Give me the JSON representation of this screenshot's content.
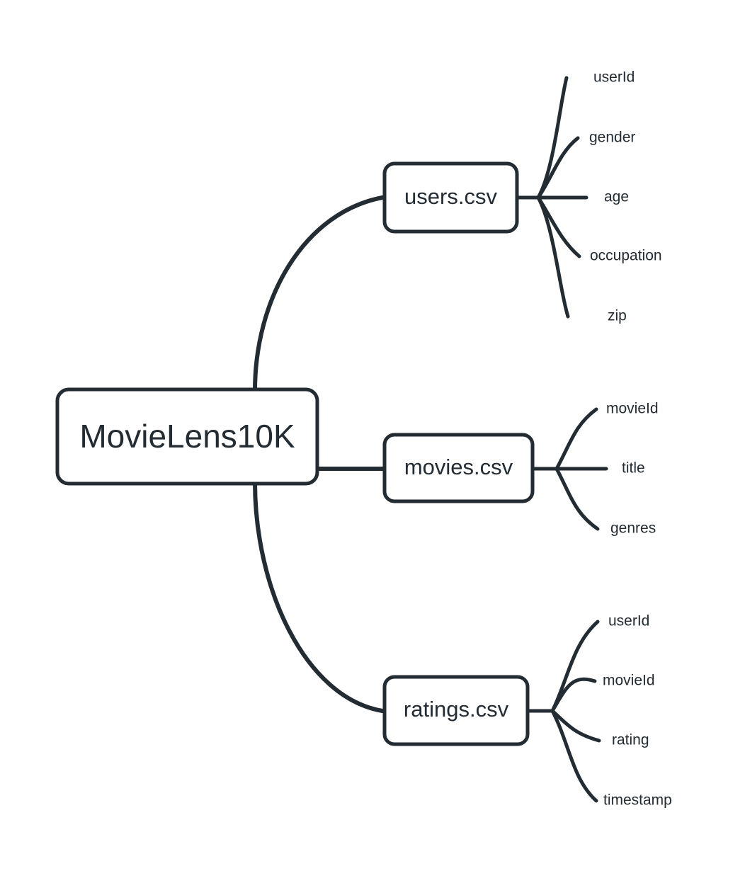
{
  "diagram": {
    "type": "mindmap",
    "title": "MovieLens10K dataset file/field mindmap",
    "colors": {
      "stroke": "#232b33",
      "node_fill": "#ffffff",
      "background": "#ffffff",
      "text": "#232b33"
    },
    "root": {
      "label": "MovieLens10K",
      "shape": "rounded-rectangle"
    },
    "branches": [
      {
        "label": "users.csv",
        "shape": "rounded-rectangle",
        "leaves": [
          {
            "label": "userId"
          },
          {
            "label": "gender"
          },
          {
            "label": "age"
          },
          {
            "label": "occupation"
          },
          {
            "label": "zip"
          }
        ]
      },
      {
        "label": "movies.csv",
        "shape": "rounded-rectangle",
        "leaves": [
          {
            "label": "movieId"
          },
          {
            "label": "title"
          },
          {
            "label": "genres"
          }
        ]
      },
      {
        "label": "ratings.csv",
        "shape": "rounded-rectangle",
        "leaves": [
          {
            "label": "userId"
          },
          {
            "label": "movieId"
          },
          {
            "label": "rating"
          },
          {
            "label": "timestamp"
          }
        ]
      }
    ]
  }
}
